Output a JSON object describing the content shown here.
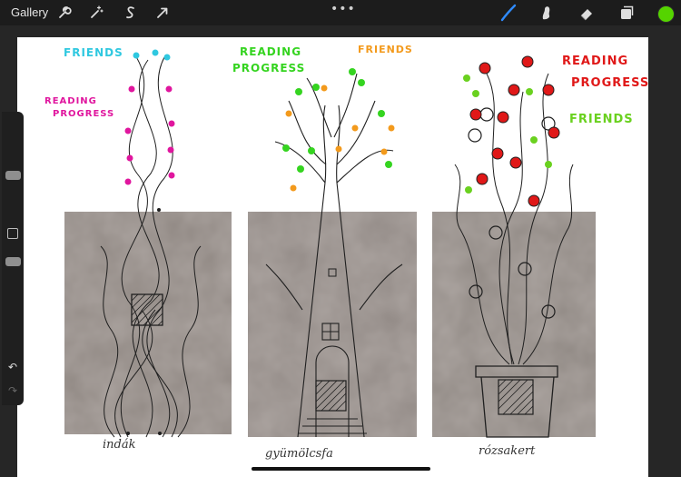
{
  "toolbar": {
    "gallery_label": "Gallery",
    "more_glyph": "•••",
    "left_icons": [
      "wrench-icon",
      "magic-wand-icon",
      "selection-s-icon",
      "transform-arrow-icon"
    ],
    "right_icons": [
      "brush-icon",
      "smudge-icon",
      "eraser-icon",
      "layers-icon"
    ],
    "active_color": "#55d400"
  },
  "sidebar": {
    "undo_glyph": "↶",
    "redo_glyph": "↷"
  },
  "artwork": {
    "panel1": {
      "label_top_friends": "FRIENDS",
      "label_reading": "READING",
      "label_progress": "PROGRESS",
      "caption": "indák",
      "friends_color": "#2fc8e0",
      "reading_color": "#e0169e"
    },
    "panel2": {
      "label_reading": "READING",
      "label_progress": "PROGRESS",
      "label_friends": "FRIENDS",
      "caption": "gyümölcsfa",
      "reading_color": "#35d420",
      "friends_color": "#f39a1c"
    },
    "panel3": {
      "label_reading": "READING",
      "label_progress": "PROGRESS",
      "label_friends": "FRIENDS",
      "caption": "rózsakert",
      "reading_color": "#e01818",
      "friends_color": "#6ad11f"
    }
  }
}
